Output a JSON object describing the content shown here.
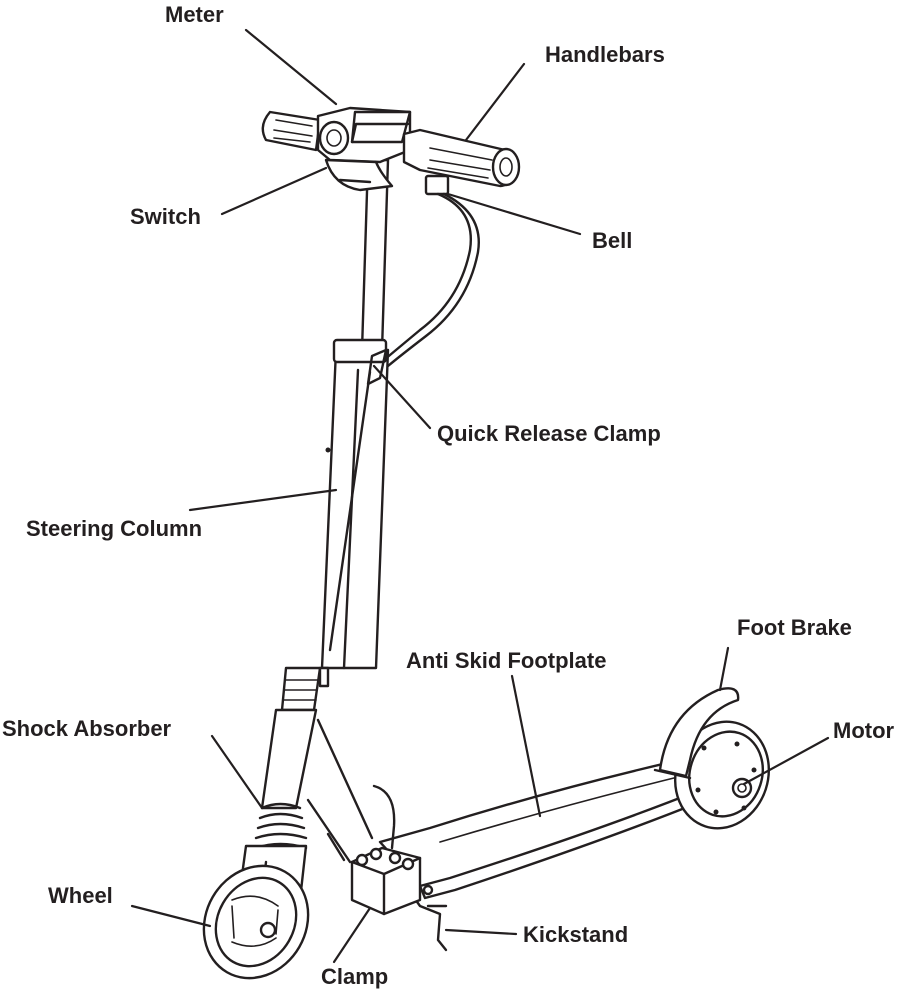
{
  "diagram": {
    "labels": {
      "meter": "Meter",
      "handlebars": "Handlebars",
      "switch": "Switch",
      "bell": "Bell",
      "quick_release_clamp": "Quick Release Clamp",
      "steering_column": "Steering Column",
      "foot_brake": "Foot Brake",
      "anti_skid_footplate": "Anti Skid Footplate",
      "motor": "Motor",
      "shock_absorber": "Shock Absorber",
      "wheel": "Wheel",
      "kickstand": "Kickstand",
      "clamp": "Clamp"
    },
    "colors": {
      "ink": "#231f20",
      "background": "#ffffff"
    }
  }
}
